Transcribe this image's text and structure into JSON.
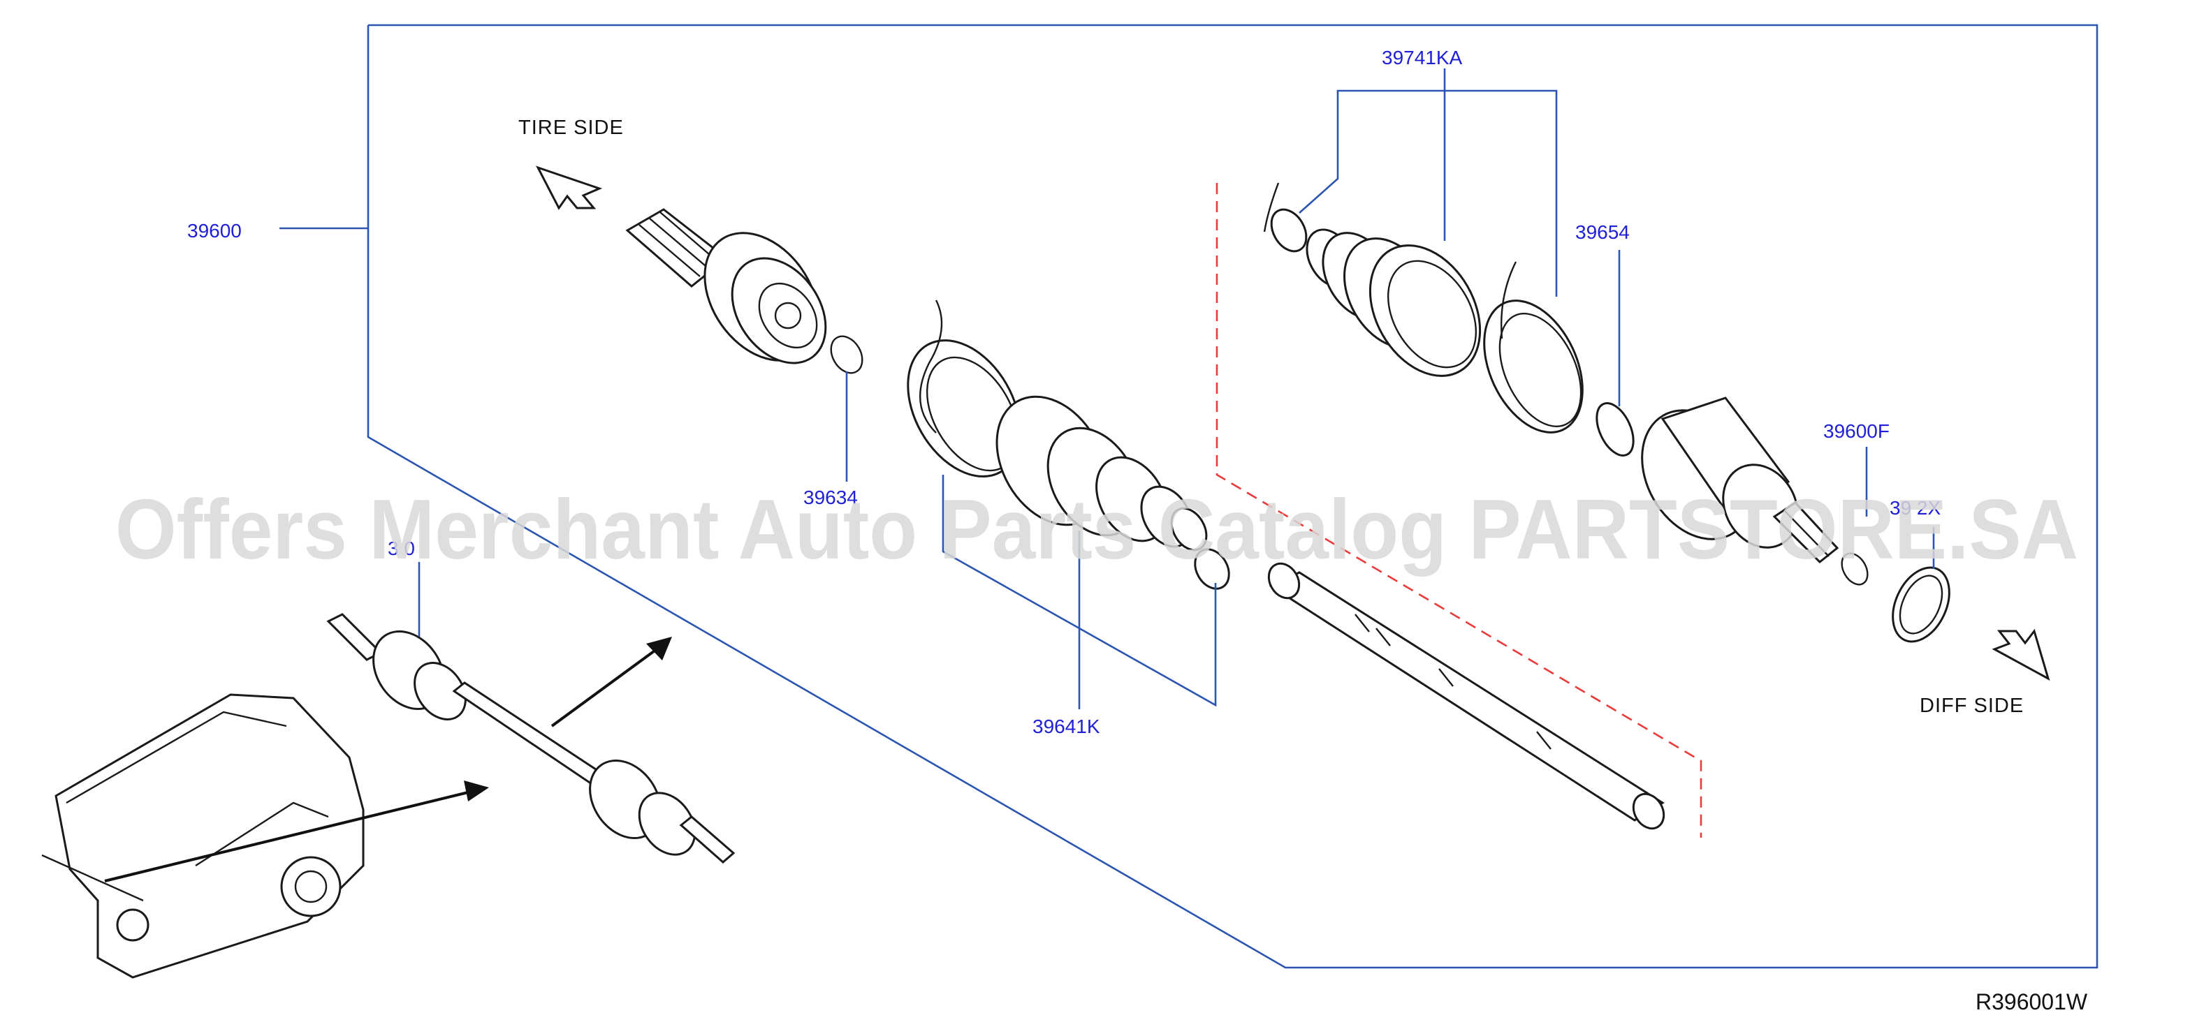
{
  "labels": {
    "p39600": "39600",
    "p39634": "39634",
    "p39641k": "39641K",
    "p39741ka": "39741KA",
    "p39654": "39654",
    "p39600f": "39600F",
    "p3962x": "39  2X",
    "p39100": "3  0"
  },
  "sides": {
    "tire": "TIRE   SIDE",
    "diff": "DIFF    SIDE"
  },
  "ref_code": "R396001W",
  "watermark": "Offers Merchant Auto Parts Catalog PARTSTORE.SA"
}
